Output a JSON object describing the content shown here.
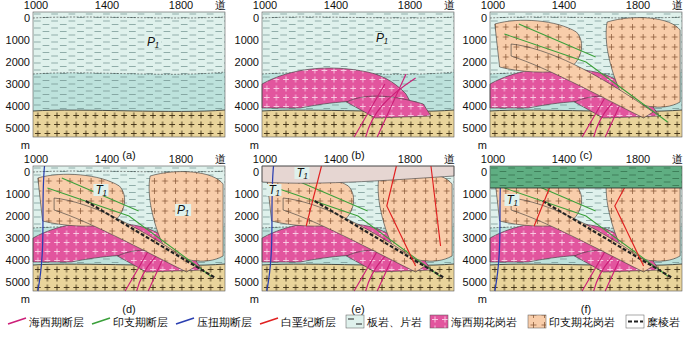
{
  "diagram": {
    "labels": [
      "1000",
      "1400",
      "1800",
      "道",
      "0",
      "1000",
      "2000",
      "3000",
      "4000",
      "5000",
      "m",
      "(a)",
      "P₁",
      "1000",
      "1400",
      "1800",
      "道",
      "0",
      "1000",
      "2000",
      "3000",
      "4000",
      "5000",
      "m",
      "(b)",
      "P₁",
      "1000",
      "1400",
      "1800",
      "道",
      "0",
      "1000",
      "2000",
      "3000",
      "4000",
      "5000",
      "m",
      "(c)",
      "1000",
      "1400",
      "1800",
      "道",
      "0",
      "1000",
      "2000",
      "3000",
      "4000",
      "5000",
      "m",
      "(d)",
      "T₁",
      "P₁",
      "1000",
      "1400",
      "1800",
      "道",
      "0",
      "1000",
      "2000",
      "3000",
      "4000",
      "5000",
      "m",
      "(e)",
      "T₁",
      "T₁",
      "1000",
      "1400",
      "1800",
      "道",
      "0",
      "1000",
      "2000",
      "3000",
      "4000",
      "5000",
      "m",
      "(f)",
      "T₁"
    ],
    "legend": [
      {
        "text": "海西期断层"
      },
      {
        "text": "印支期断层"
      },
      {
        "text": "压扭期断层"
      },
      {
        "text": "白垩纪断层"
      },
      {
        "text": "板岩、片岩"
      },
      {
        "text": "海西期花岗岩"
      },
      {
        "text": "印支期花岗岩"
      },
      {
        "text": "糜棱岩"
      }
    ]
  }
}
